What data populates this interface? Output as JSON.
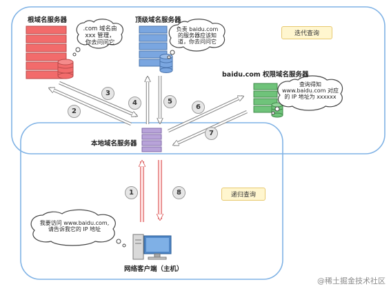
{
  "servers": {
    "root": {
      "label": "根域名服务器",
      "bubble": [
        ".com 域名由",
        "xxx 管理，",
        "你去问问它"
      ]
    },
    "tld": {
      "label": "顶级域名服务器",
      "bubble": [
        "负责 baidu.com",
        "的服务器应该知",
        "道，你去问问它"
      ]
    },
    "authoritative": {
      "label": "baidu.com 权限域名服务器",
      "bubble": [
        "查询得知",
        "www.baidu.com 对应",
        "的 IP 地址为 xxxxxx"
      ]
    },
    "local": {
      "label": "本地域名服务器"
    },
    "client": {
      "label": "网络客户端（主机）",
      "bubble": [
        "我要访问 www.baidu.com,",
        "请告诉我它的 IP 地址"
      ]
    }
  },
  "regions": {
    "iterative": "迭代查询",
    "recursive": "递归查询"
  },
  "steps": [
    "1",
    "2",
    "3",
    "4",
    "5",
    "6",
    "7",
    "8"
  ],
  "watermark": "@稀土掘金技术社区",
  "colors": {
    "root_server": "#f26b6b",
    "tld_server": "#7aa6e0",
    "authoritative_server": "#6fc37a",
    "local_server": "#b8a3d9",
    "client_monitor": "#4f86c6",
    "region_border": "#7fb2e5",
    "arrow_gray": "#9a9a9a",
    "arrow_red": "#f08a8a"
  },
  "icons": [
    "server-stack-icon",
    "database-icon",
    "computer-icon",
    "speech-bubble-icon"
  ]
}
